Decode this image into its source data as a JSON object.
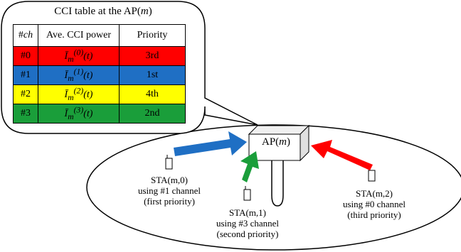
{
  "table": {
    "title": "CCI table at the AP(m)",
    "headers": [
      "#ch",
      "Ave. CCI power",
      "Priority"
    ],
    "rows": [
      {
        "ch": "#0",
        "power": "Ī_m^(0)(t)",
        "priority": "3rd",
        "color": "#ff0000"
      },
      {
        "ch": "#1",
        "power": "Ī_m^(1)(t)",
        "priority": "1st",
        "color": "#1f6fc4"
      },
      {
        "ch": "#2",
        "power": "Ī_m^(2)(t)",
        "priority": "4th",
        "color": "#ffff00"
      },
      {
        "ch": "#3",
        "power": "Ī_m^(3)(t)",
        "priority": "2nd",
        "color": "#1a9e3a"
      }
    ]
  },
  "ap": {
    "label": "AP(m)"
  },
  "stations": [
    {
      "name": "STA(m,0)",
      "line2": "using #1 channel",
      "line3": "(first priority)",
      "arrow_color": "#1f6fc4"
    },
    {
      "name": "STA(m,1)",
      "line2": "using #3 channel",
      "line3": "(second priority)",
      "arrow_color": "#1a9e3a"
    },
    {
      "name": "STA(m,2)",
      "line2": "using #0 channel",
      "line3": "(third priority)",
      "arrow_color": "#ff0000"
    }
  ]
}
